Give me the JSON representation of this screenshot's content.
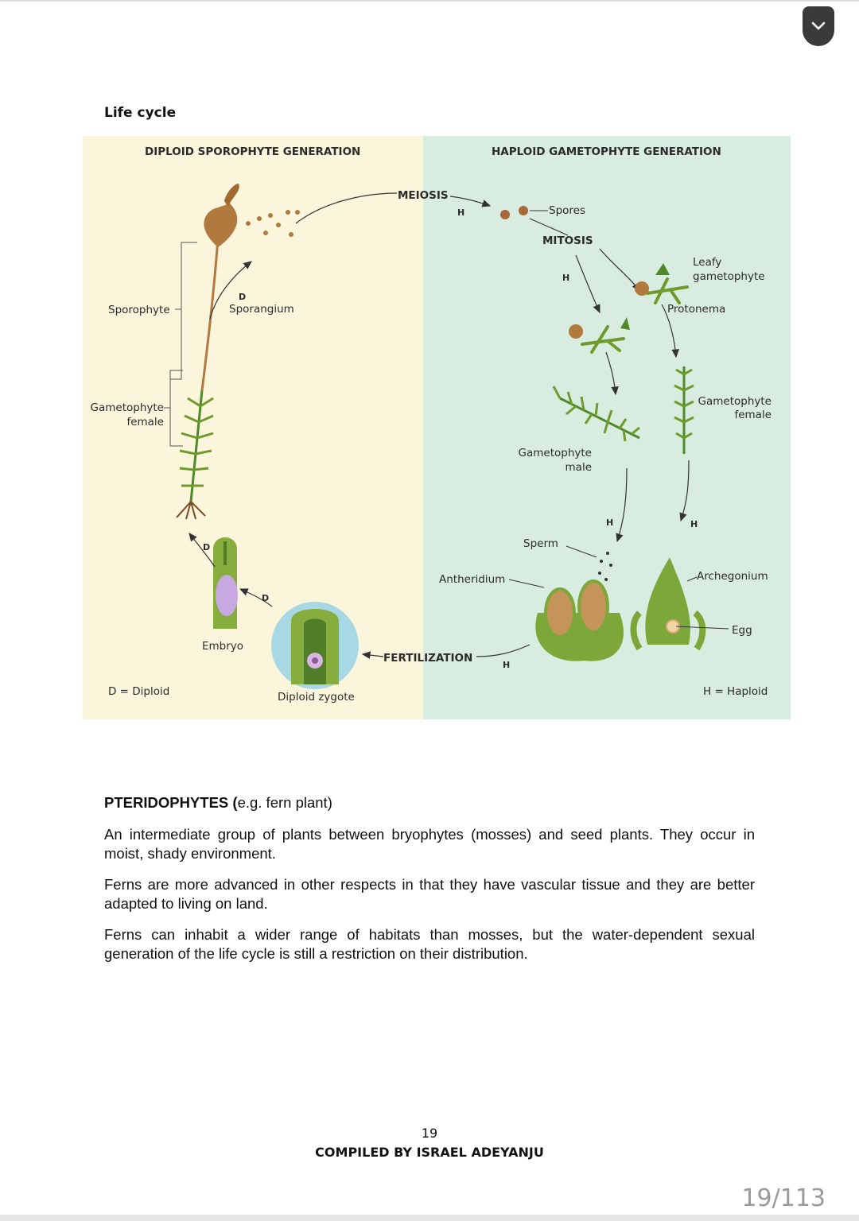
{
  "heading": "Life cycle",
  "diagram": {
    "diploid_title": "DIPLOID SPOROPHYTE GENERATION",
    "haploid_title": "HAPLOID GAMETOPHYTE GENERATION",
    "meiosis": "MEIOSIS",
    "mitosis": "MITOSIS",
    "fertilization": "FERTILIZATION",
    "spores": "Spores",
    "leafy_1": "Leafy",
    "leafy_2": "gametophyte",
    "protonema": "Protonema",
    "sporophyte": "Sporophyte",
    "sporangium": "Sporangium",
    "gam_female_1": "Gametophyte",
    "gam_female_2": "female",
    "gam_male_1": "Gametophyte",
    "gam_male_2": "male",
    "sperm": "Sperm",
    "antheridium": "Antheridium",
    "archegonium": "Archegonium",
    "egg": "Egg",
    "embryo": "Embryo",
    "zygote": "Diploid zygote",
    "d_legend": "D = Diploid",
    "h_legend": "H = Haploid",
    "d": "D",
    "h": "H",
    "colors": {
      "diploid_bg": "#fbf5dc",
      "haploid_bg": "#d8ece0",
      "plant_green": "#6f9a2c",
      "capsule": "#b07a3e"
    }
  },
  "pteridophytes": {
    "title": "PTERIDOPHYTES (",
    "title_rest": "e.g. fern plant)",
    "p1": "An intermediate group of plants between bryophytes (mosses) and seed plants. They occur in moist, shady environment.",
    "p2": "Ferns are more advanced in other respects in that they have vascular tissue and they are better adapted to living on land.",
    "p3": "Ferns can inhabit a wider range of habitats than mosses, but the water-dependent sexual generation of the life cycle is still a restriction on their distribution."
  },
  "page_number": "19",
  "footer": "COMPILED BY ISRAEL ADEYANJU",
  "page_indicator": "19/113",
  "menu_icon": "chevron-down-icon"
}
